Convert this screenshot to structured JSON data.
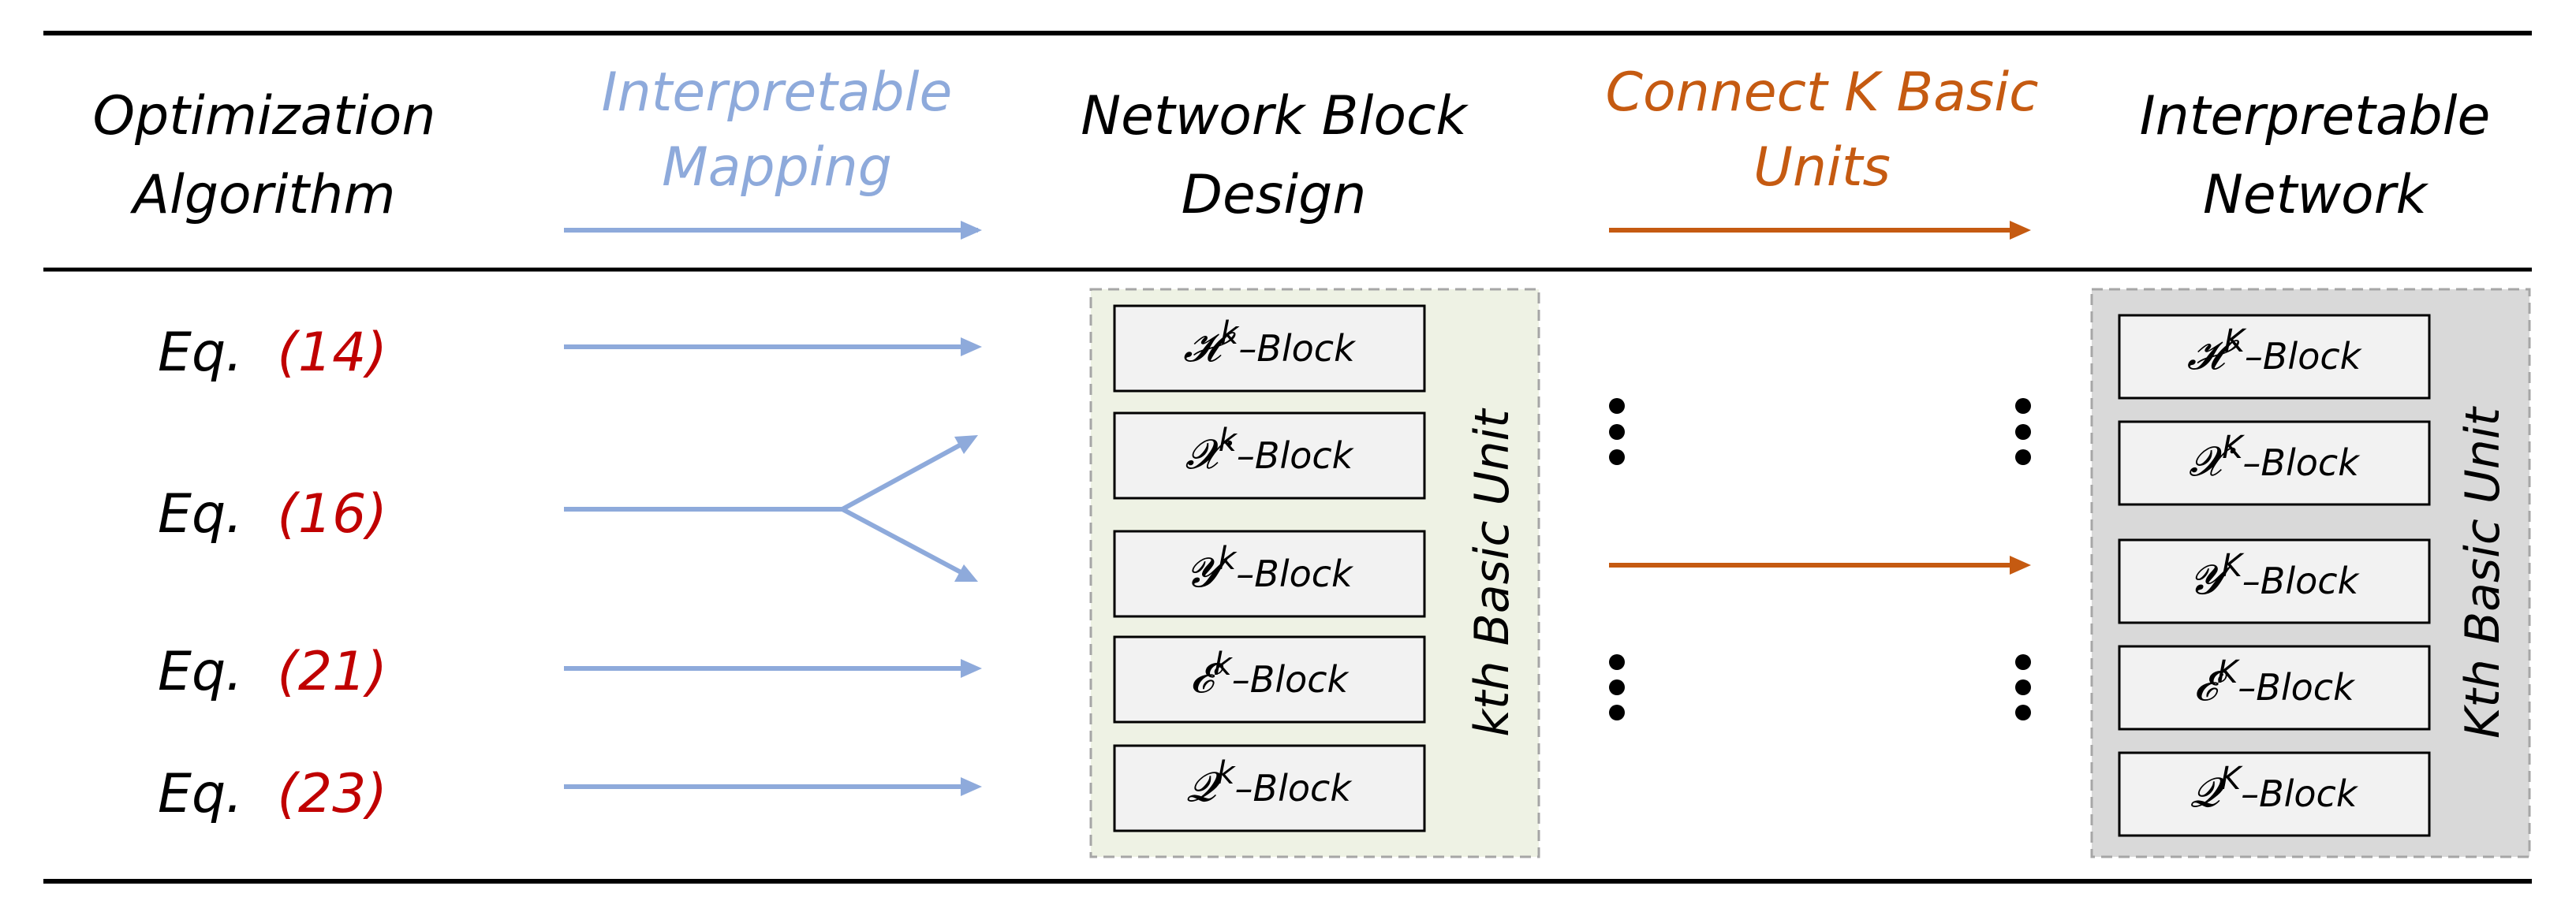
{
  "colors": {
    "blue_arrow": "#8eaadb",
    "blue_text": "#8eaadb",
    "orange": "#c55a11",
    "eq_number": "#c00000",
    "block_fill": "#f2f2f2",
    "unit_fill_green": "#eef2e4",
    "unit_fill_gray": "#d9d9d9"
  },
  "header": {
    "col1": [
      "Optimization",
      "Algorithm"
    ],
    "mapping": [
      "Interpretable",
      "Mapping"
    ],
    "col3": [
      "Network Block",
      "Design"
    ],
    "connect": [
      "Connect K Basic",
      "Units"
    ],
    "col5": [
      "Interpretable",
      "Network"
    ]
  },
  "equations": [
    {
      "prefix": "Eq.",
      "number": "(14)"
    },
    {
      "prefix": "Eq.",
      "number": "(16)"
    },
    {
      "prefix": "Eq.",
      "number": "(21)"
    },
    {
      "prefix": "Eq.",
      "number": "(23)"
    }
  ],
  "kth_unit": {
    "label": "kth Basic Unit",
    "superscript": "k",
    "blocks": [
      {
        "symbol": "𝓗",
        "suffix": "–Block"
      },
      {
        "symbol": "𝓧",
        "suffix": "–Block"
      },
      {
        "symbol": "𝓨",
        "suffix": "–Block"
      },
      {
        "symbol": "𝓔",
        "suffix": "–Block"
      },
      {
        "symbol": "𝓠",
        "suffix": "–Block"
      }
    ]
  },
  "Kth_unit": {
    "label": "Kth Basic Unit",
    "superscript": "K",
    "blocks": [
      {
        "symbol": "𝓗",
        "suffix": "–Block"
      },
      {
        "symbol": "𝓧",
        "suffix": "–Block"
      },
      {
        "symbol": "𝓨",
        "suffix": "–Block"
      },
      {
        "symbol": "𝓔",
        "suffix": "–Block"
      },
      {
        "symbol": "𝓠",
        "suffix": "–Block"
      }
    ]
  }
}
